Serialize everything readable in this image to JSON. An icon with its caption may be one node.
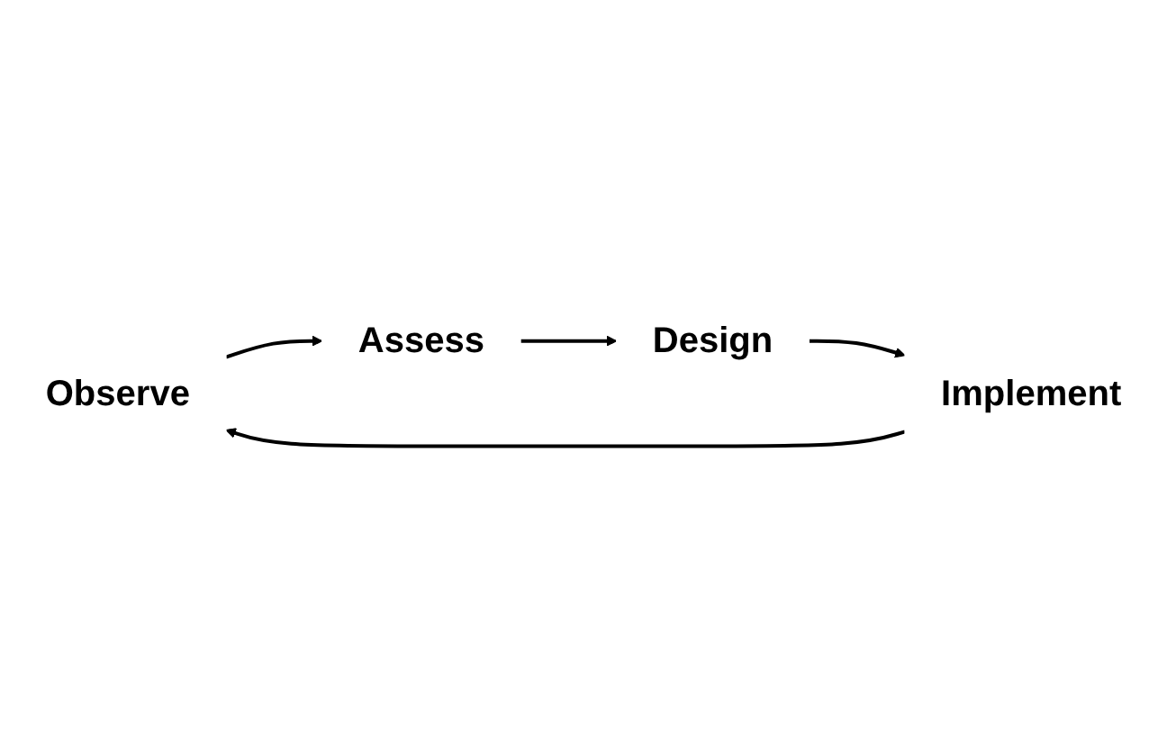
{
  "diagram": {
    "nodes": [
      {
        "text": [
          "Observe"
        ]
      },
      {
        "text": [
          "Implement"
        ]
      },
      {
        "text": [
          "Assess"
        ]
      },
      {
        "text": [
          "Design"
        ]
      }
    ],
    "edges": [
      {
        "from": 1,
        "to": 0,
        "arrow": "to"
      },
      {
        "from": 0,
        "to": 2,
        "arrow": "to"
      },
      {
        "from": 2,
        "to": 3,
        "arrow": "to"
      },
      {
        "from": 3,
        "to": 1,
        "arrow": "to"
      }
    ]
  }
}
